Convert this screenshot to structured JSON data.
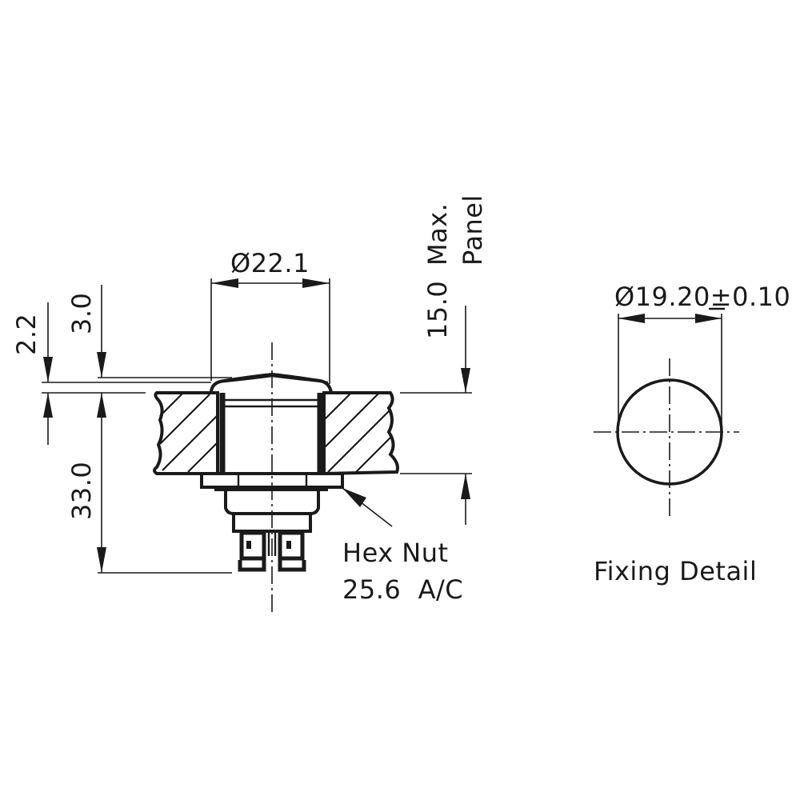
{
  "drawing": {
    "side_view": {
      "dim_diameter": "Ø22.1",
      "dim_top_offset": "2.2",
      "dim_head_height": "3.0",
      "dim_body_depth": "33.0",
      "dim_panel_max": "15.0",
      "panel_label_line1": "Max.",
      "panel_label_line2": "Panel",
      "hex_nut_label": "Hex Nut",
      "hex_nut_size": "25.6  A/C"
    },
    "fixing_detail": {
      "dim_diameter": "Ø19.20",
      "dim_tolerance": "±0.10",
      "title": "Fixing Detail"
    },
    "colors": {
      "line": "#1a1a1a",
      "background": "#ffffff"
    }
  }
}
